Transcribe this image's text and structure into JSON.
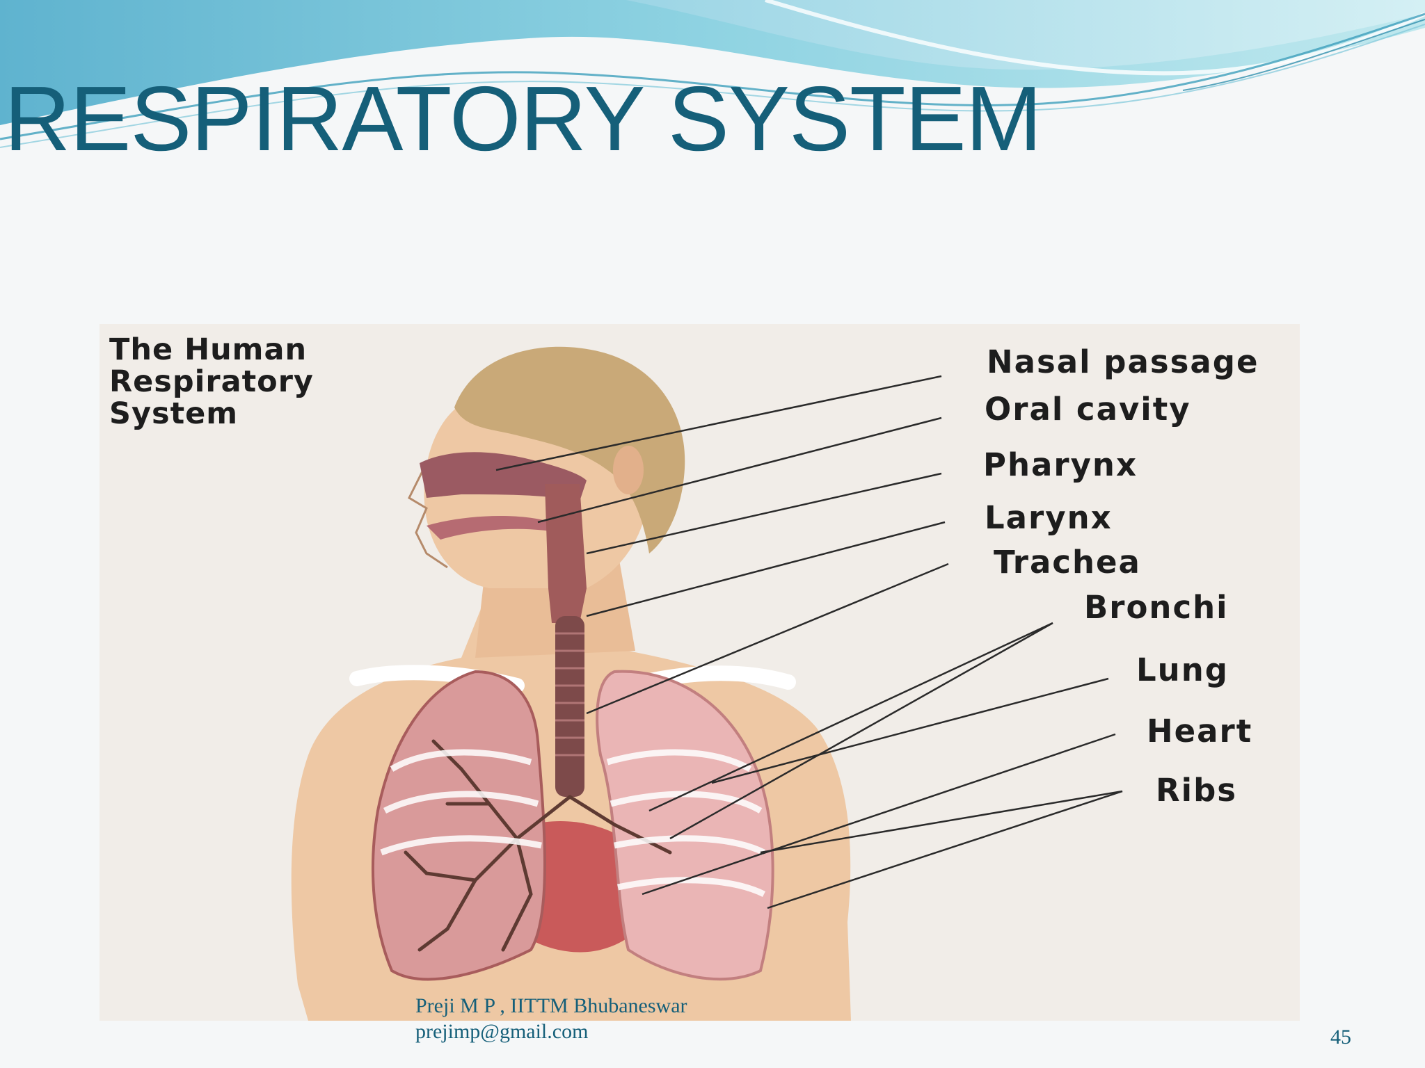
{
  "slide": {
    "title": "RESPIRATORY SYSTEM",
    "page_number": "45",
    "footer_line1": "Preji M P , IITTM Bhubaneswar",
    "footer_line2": "prejimp@gmail.com"
  },
  "figure": {
    "title_line1": "The Human",
    "title_line2": "Respiratory",
    "title_line3": "System",
    "labels": [
      "Nasal passage",
      "Oral cavity",
      "Pharynx",
      "Larynx",
      "Trachea",
      "Bronchi",
      "Lung",
      "Heart",
      "Ribs"
    ]
  },
  "colors": {
    "title": "#155f79",
    "wave_light": "#bfe4ee",
    "wave_mid": "#7fc8da",
    "wave_dark": "#3d9fbc",
    "skin": "#eec8a4",
    "hair": "#c9a978",
    "lung": "#e6a7a7",
    "heart": "#c95a5a",
    "airway": "#8c5252"
  }
}
